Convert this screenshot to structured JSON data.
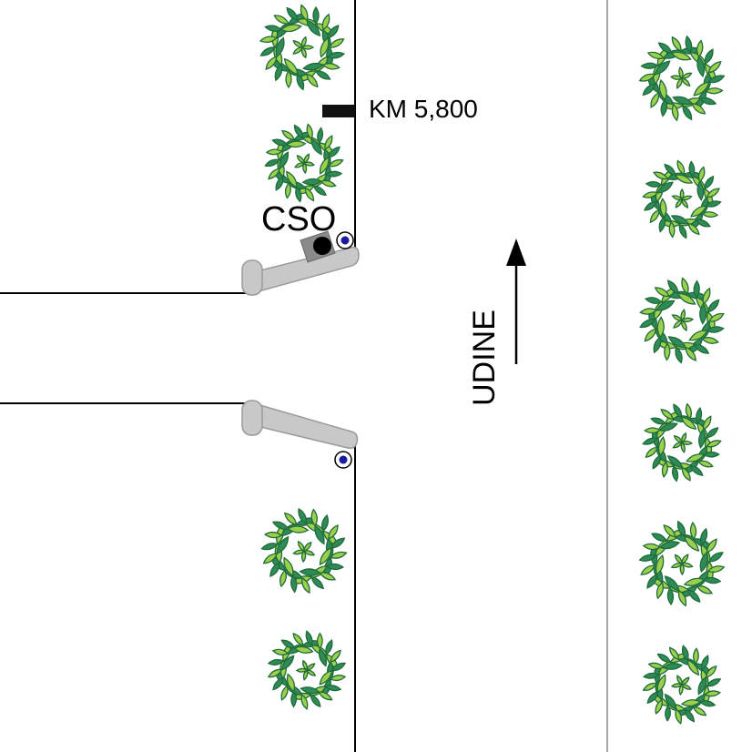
{
  "labels": {
    "km": "KM 5,800",
    "cso": "CSO",
    "direction": "UDINE"
  },
  "colors": {
    "tree_dark": "#2e8b57",
    "tree_light": "#9ccf4c",
    "tree_outline": "#1f6b3a",
    "barrier": "#c8c8c8",
    "barrier_edge": "#9a9a9a",
    "line": "#000000",
    "median_line": "#a8a8a8",
    "signal_dot": "#1a1aa0"
  },
  "icons": {
    "tree": "tree-icon",
    "barrier": "barrier-gate-icon",
    "signal": "signal-light-icon",
    "camera": "camera-box-icon",
    "arrow": "arrow-up-icon",
    "marker": "km-marker-icon"
  }
}
